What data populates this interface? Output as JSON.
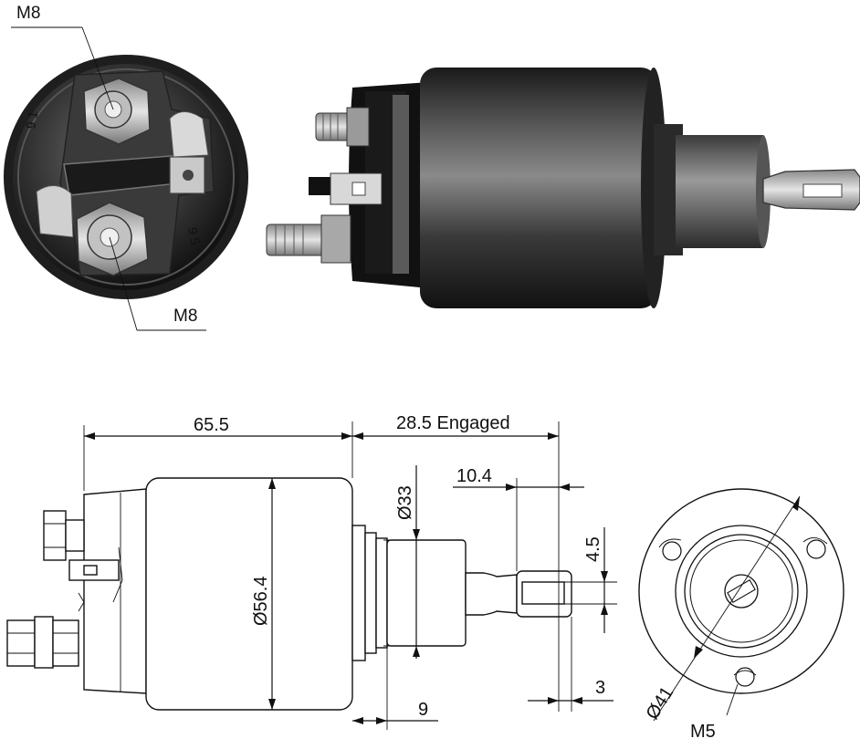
{
  "photo_labels": {
    "top_terminal": "M8",
    "bottom_terminal": "M8"
  },
  "dimensions": {
    "overall_body_length": "65.5",
    "plunger_travel": "28.5 Engaged",
    "body_diameter": "Ø56.4",
    "nose_diameter": "Ø33",
    "eye_length": "10.4",
    "slot_width": "4.5",
    "tip_thickness": "3",
    "nose_length": "9",
    "bolt_circle": "Ø41",
    "mounting_thread": "M5"
  },
  "colors": {
    "body_dark": "#2a2a2a",
    "metal_light": "#c8c8c8",
    "line": "#111111"
  }
}
